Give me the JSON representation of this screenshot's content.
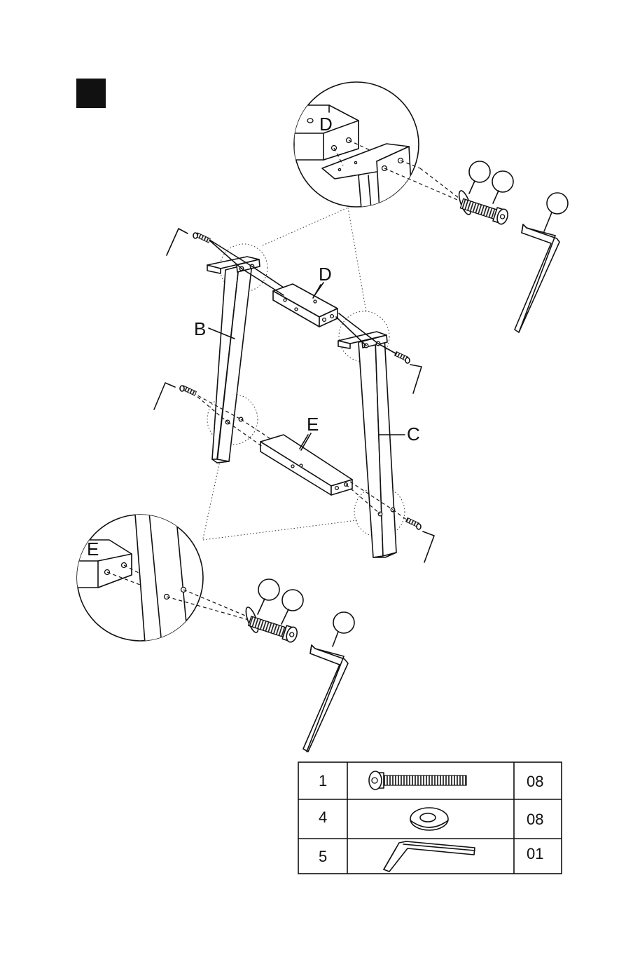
{
  "step": {
    "marker_color": "#111111"
  },
  "labels": {
    "detail_top_part": "D",
    "detail_bottom_part": "E",
    "part_b": "B",
    "part_c": "C",
    "part_d": "D",
    "part_e": "E"
  },
  "hardware_table": {
    "rows": [
      {
        "number": "1",
        "item": "bolt-icon",
        "quantity": "08"
      },
      {
        "number": "4",
        "item": "washer-icon",
        "quantity": "08"
      },
      {
        "number": "5",
        "item": "allen-key-icon",
        "quantity": "01"
      }
    ]
  }
}
